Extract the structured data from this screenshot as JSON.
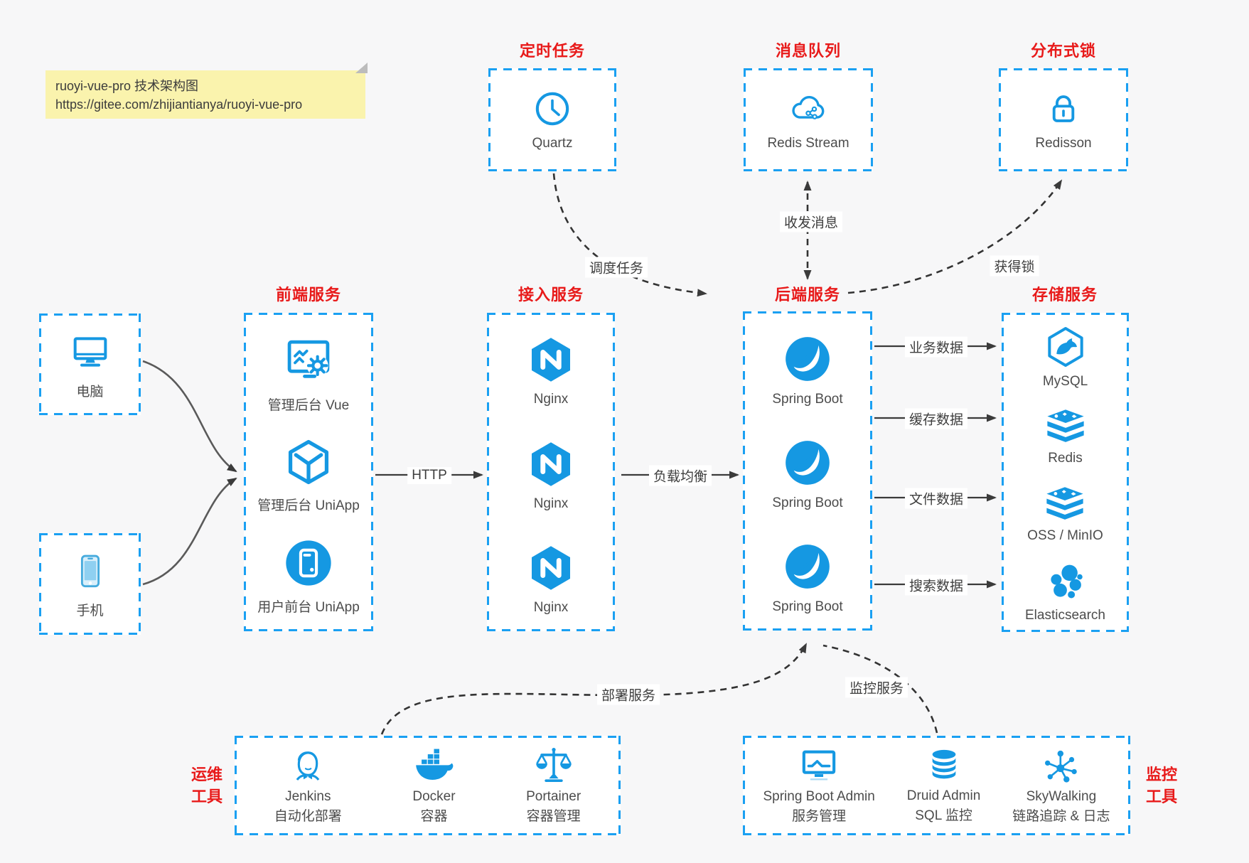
{
  "page": {
    "background": "#f7f7f8",
    "accent_blue": "#1aa0f2",
    "icon_blue": "#1598e2",
    "title_red": "#e81a1a",
    "text_gray": "#4c4c4c"
  },
  "note": {
    "line1": "ruoyi-vue-pro 技术架构图",
    "line2": "https://gitee.com/zhijiantianya/ruoyi-vue-pro"
  },
  "top_services": [
    {
      "title": "定时任务",
      "icon": "clock-icon",
      "label": "Quartz"
    },
    {
      "title": "消息队列",
      "icon": "redis-stream-cloud-icon",
      "label": "Redis Stream"
    },
    {
      "title": "分布式锁",
      "icon": "lock-icon",
      "label": "Redisson"
    }
  ],
  "clients": [
    {
      "icon": "computer-icon",
      "label": "电脑"
    },
    {
      "icon": "phone-icon",
      "label": "手机"
    }
  ],
  "service_columns": [
    {
      "title": "前端服务",
      "items": [
        {
          "icon": "admin-vue-icon",
          "label": "管理后台 Vue"
        },
        {
          "icon": "uniapp-cube-icon",
          "label": "管理后台 UniApp"
        },
        {
          "icon": "user-app-icon",
          "label": "用户前台 UniApp"
        }
      ]
    },
    {
      "title": "接入服务",
      "items": [
        {
          "icon": "nginx-icon",
          "label": "Nginx"
        },
        {
          "icon": "nginx-icon",
          "label": "Nginx"
        },
        {
          "icon": "nginx-icon",
          "label": "Nginx"
        }
      ]
    },
    {
      "title": "后端服务",
      "items": [
        {
          "icon": "spring-boot-icon",
          "label": "Spring Boot"
        },
        {
          "icon": "spring-boot-icon",
          "label": "Spring Boot"
        },
        {
          "icon": "spring-boot-icon",
          "label": "Spring Boot"
        }
      ]
    },
    {
      "title": "存储服务",
      "items": [
        {
          "icon": "mysql-icon",
          "label": "MySQL"
        },
        {
          "icon": "redis-icon",
          "label": "Redis"
        },
        {
          "icon": "oss-icon",
          "label": "OSS / MinIO"
        },
        {
          "icon": "elasticsearch-icon",
          "label": "Elasticsearch"
        }
      ]
    }
  ],
  "edge_labels": {
    "http": "HTTP",
    "load_balance": "负载均衡",
    "dispatch": "调度任务",
    "messaging": "收发消息",
    "acquire_lock": "获得锁",
    "biz_data": "业务数据",
    "cache_data": "缓存数据",
    "file_data": "文件数据",
    "search_data": "搜索数据",
    "deploy": "部署服务",
    "monitor": "监控服务"
  },
  "tool_groups": [
    {
      "side_label": [
        "运维",
        "工具"
      ],
      "items": [
        {
          "icon": "jenkins-icon",
          "name": "Jenkins",
          "desc": "自动化部署"
        },
        {
          "icon": "docker-icon",
          "name": "Docker",
          "desc": "容器"
        },
        {
          "icon": "portainer-icon",
          "name": "Portainer",
          "desc": "容器管理"
        }
      ]
    },
    {
      "side_label": [
        "监控",
        "工具"
      ],
      "items": [
        {
          "icon": "spring-boot-admin-icon",
          "name": "Spring Boot Admin",
          "desc": "服务管理"
        },
        {
          "icon": "druid-icon",
          "name": "Druid Admin",
          "desc": "SQL 监控"
        },
        {
          "icon": "skywalking-icon",
          "name": "SkyWalking",
          "desc": "链路追踪 & 日志"
        }
      ]
    }
  ]
}
